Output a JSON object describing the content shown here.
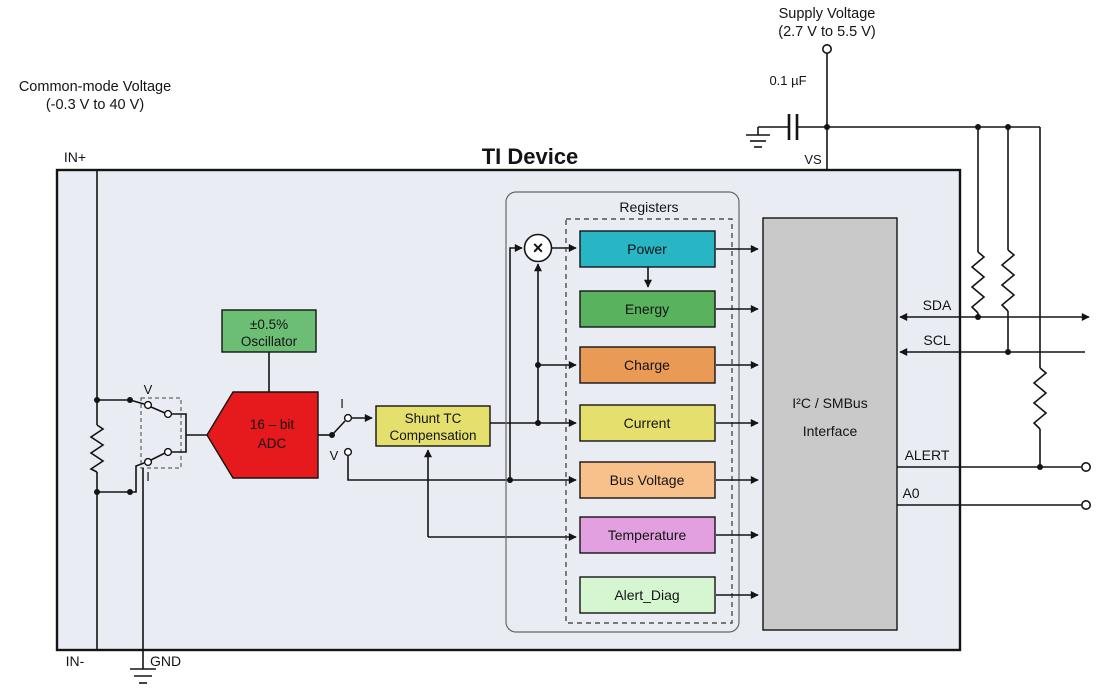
{
  "title": "TI Device",
  "annotations": {
    "common_mode_1": "Common-mode Voltage",
    "common_mode_2": "(-0.3 V to 40 V)",
    "supply_1": "Supply Voltage",
    "supply_2": "(2.7 V to 5.5 V)",
    "capacitor": "0.1 µF",
    "registers_label": "Registers"
  },
  "pins": {
    "in_plus": "IN+",
    "in_minus": "IN-",
    "gnd": "GND",
    "vs": "VS",
    "sda": "SDA",
    "scl": "SCL",
    "alert": "ALERT",
    "a0": "A0"
  },
  "switch_labels": {
    "left_v": "V",
    "left_i": "I",
    "right_i": "I",
    "right_v": "V"
  },
  "blocks": {
    "oscillator": {
      "line1": "±0.5%",
      "line2": "Oscillator",
      "color": "#6cbe74"
    },
    "adc": {
      "line1": "16 – bit",
      "line2": "ADC",
      "color": "#e6191c",
      "text_color": "#6b1111"
    },
    "shunt_tc": {
      "line1": "Shunt TC",
      "line2": "Compensation",
      "color": "#e5e06e"
    },
    "multiplier_symbol": "×",
    "interface": {
      "line1": "I²C / SMBus",
      "line2": "Interface",
      "color": "#c9c9c9"
    }
  },
  "registers": [
    {
      "label": "Power",
      "color": "#29b6c4"
    },
    {
      "label": "Energy",
      "color": "#58b25e"
    },
    {
      "label": "Charge",
      "color": "#e99a55"
    },
    {
      "label": "Current",
      "color": "#e5e06e"
    },
    {
      "label": "Bus Voltage",
      "color": "#f8c08b"
    },
    {
      "label": "Temperature",
      "color": "#e2a0e0"
    },
    {
      "label": "Alert_Diag",
      "color": "#d5f6d0"
    }
  ],
  "device": {
    "fill": "#e9edf3"
  }
}
